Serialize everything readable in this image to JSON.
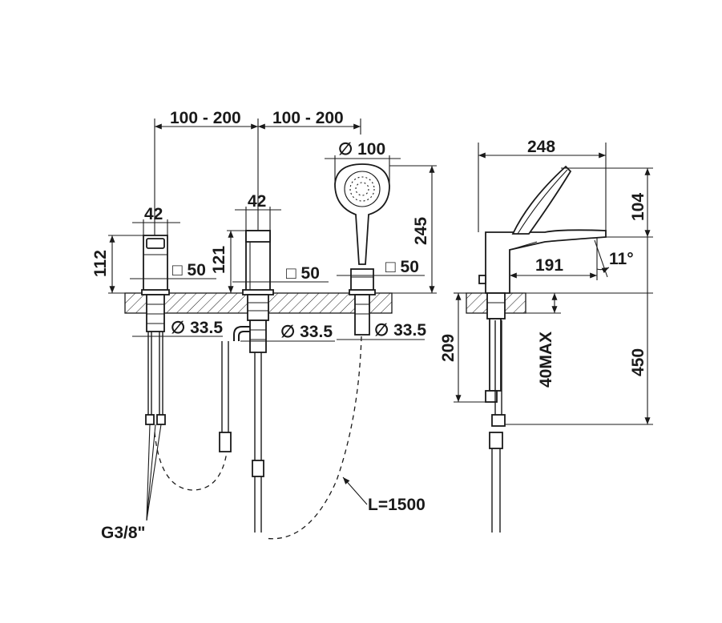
{
  "drawing": {
    "labels": {
      "spacing_left": "100 - 200",
      "spacing_right": "100 - 200",
      "spout_width": "42",
      "valve_width": "42",
      "shower_diameter": "∅ 100",
      "spout_height": "112",
      "valve_height": "121",
      "shower_height": "245",
      "spout_square": "□ 50",
      "valve_square": "□ 50",
      "shower_square": "□ 50",
      "hole_left": "∅ 33.5",
      "hole_middle": "∅ 33.5",
      "hole_right": "∅ 33.5",
      "thread": "G3/8\"",
      "hose_length": "L=1500",
      "side_total_length": "248",
      "side_reach": "191",
      "side_angle": "11°",
      "side_top_height": "104",
      "side_under_depth": "209",
      "side_deck_max": "40MAX",
      "side_total_under": "450"
    }
  }
}
